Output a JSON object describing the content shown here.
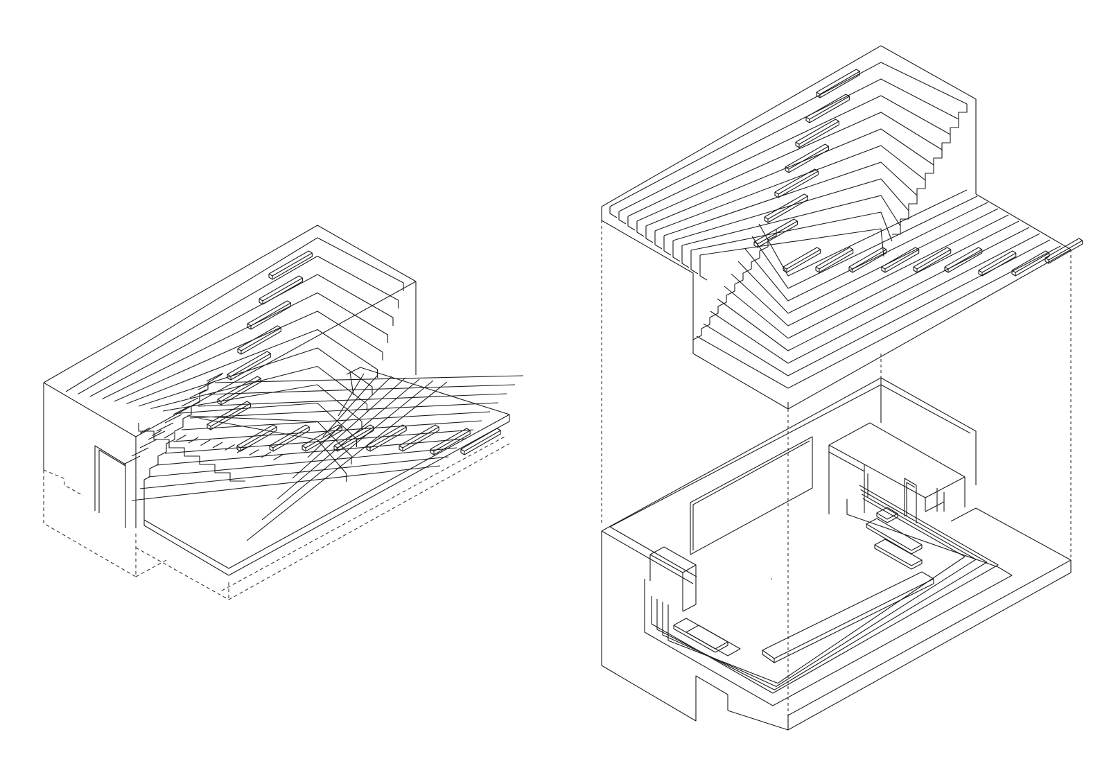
{
  "drawing": {
    "background": "#ffffff",
    "line_color": "#1a1a1a",
    "dashed_color": "#333333"
  },
  "views": [
    {
      "id": "compact-axonometric",
      "parts": [
        "main-block",
        "stepped-seating-upper",
        "stepped-seating-lower",
        "benches",
        "doorway",
        "dashed-base-outline"
      ]
    },
    {
      "id": "exploded-axonometric",
      "parts": [
        "upper-level-stepped-seating",
        "benches",
        "lower-level-room",
        "entry-volume",
        "window-opening",
        "central-table",
        "dashed-projection-lines"
      ]
    }
  ]
}
